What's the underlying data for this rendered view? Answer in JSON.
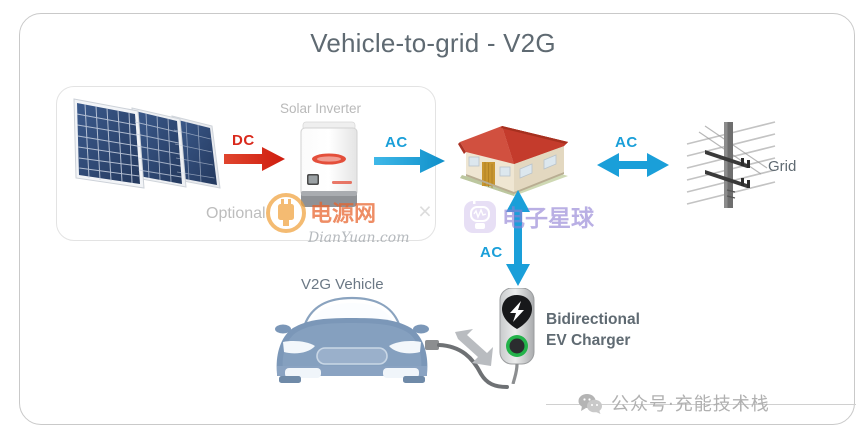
{
  "diagram": {
    "title": "Vehicle-to-grid - V2G",
    "optional_label": "Optional",
    "close_icon": "×",
    "nodes": {
      "solar_panels": "solar-panel-array",
      "inverter_label": "Solar Inverter",
      "house": "house",
      "grid_label": "Grid",
      "charger_label_line1": "Bidirectional",
      "charger_label_line2": "EV Charger",
      "vehicle_label": "V2G Vehicle"
    },
    "flows": {
      "dc_label": "DC",
      "ac_inverter_to_house": "AC",
      "ac_house_to_grid": "AC",
      "ac_house_to_charger": "AC"
    },
    "colors": {
      "dc_red": "#d9291c",
      "ac_blue": "#1a9fd9",
      "title_gray": "#5f6a72",
      "roof_red": "#c0392b",
      "panel_blue": "#2f4a78",
      "car_blue": "#7b97b8",
      "charger_green": "#23b34a",
      "frame_gray": "#c9c9c9"
    }
  },
  "watermarks": {
    "dianyuan_cn": "电源网",
    "dianyuan_domain": "DianYuan.com",
    "dianzi_cn": "电子星球"
  },
  "footer": {
    "text": "公众号·充能技术栈",
    "icon": "wechat-icon"
  }
}
